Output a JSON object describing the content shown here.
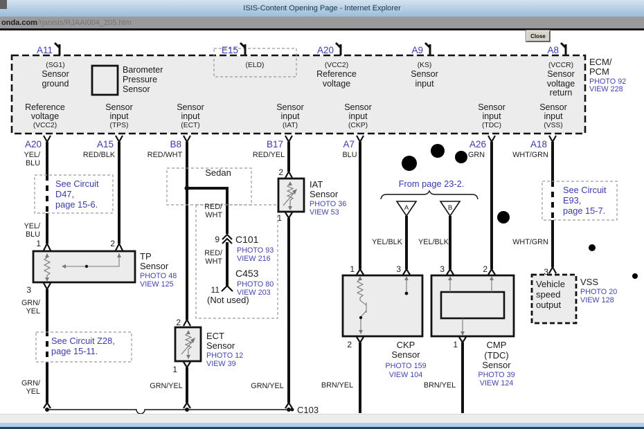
{
  "window": {
    "title": "ISIS-Content Opening Page - Internet Explorer",
    "url_domain": "onda.com",
    "url_path": "/rjanisis/RJAAI004_205.htm",
    "close": "Close"
  },
  "pins_top": [
    "A11",
    "E15",
    "A20",
    "A9",
    "A8"
  ],
  "ecm_top": {
    "sg1": [
      "(SG1)",
      "Sensor",
      "ground"
    ],
    "baro": [
      "Barometer",
      "Pressure",
      "Sensor"
    ],
    "eld": "(ELD)",
    "vcc2": [
      "(VCC2)",
      "Reference",
      "voltage"
    ],
    "ks": [
      "(KS)",
      "Sensor",
      "input"
    ],
    "vccr": [
      "(VCCR)",
      "Sensor",
      "voltage",
      "return"
    ],
    "name": [
      "ECM/",
      "PCM"
    ],
    "photo": "PHOTO 92",
    "view": "VIEW 228"
  },
  "ecm_bottom": [
    {
      "l1": "Reference",
      "l2": "voltage",
      "sub": "(VCC2)",
      "pin": "A20"
    },
    {
      "l1": "Sensor",
      "l2": "input",
      "sub": "(TPS)",
      "pin": "A15"
    },
    {
      "l1": "Sensor",
      "l2": "input",
      "sub": "(ECT)",
      "pin": "B8"
    },
    {
      "l1": "Sensor",
      "l2": "input",
      "sub": "(IAT)",
      "pin": "B17"
    },
    {
      "l1": "Sensor",
      "l2": "input",
      "sub": "(CKP)",
      "pin": "A7"
    },
    {
      "l1": "Sensor",
      "l2": "input",
      "sub": "(TDC)",
      "pin": "A26"
    },
    {
      "l1": "Sensor",
      "l2": "input",
      "sub": "(VSS)",
      "pin": "A18"
    }
  ],
  "wire_labels": {
    "a20_1": [
      "YEL/",
      "BLU"
    ],
    "a20_2": [
      "YEL/",
      "BLU"
    ],
    "a15": "RED/BLK",
    "b8": "RED/WHT",
    "b17": "RED/YEL",
    "a7": "BLU",
    "a26": "GRN",
    "a18_1": "WHT/GRN",
    "a18_2": "WHT/GRN",
    "branch1": [
      "RED/",
      "WHT"
    ],
    "branch2": [
      "RED/",
      "WHT"
    ],
    "tp_out1": [
      "GRN/",
      "YEL"
    ],
    "tp_out2": [
      "GRN/",
      "YEL"
    ],
    "ect_out": "GRN/YEL",
    "iat_out": "GRN/YEL",
    "ckp_out": "BRN/YEL",
    "cmp_out": "BRN/YEL",
    "trig_a": "YEL/BLK",
    "trig_b": "YEL/BLK"
  },
  "refs": {
    "d47": [
      "See Circuit",
      "D47,",
      "page 15-6."
    ],
    "z28": [
      "See Circuit Z28,",
      "page 15-11."
    ],
    "e93": [
      "See Circuit",
      "E93,",
      "page 15-7."
    ],
    "from_page": "From page 23-2."
  },
  "components": {
    "tp": {
      "name": [
        "TP",
        "Sensor"
      ],
      "photo": "PHOTO 48",
      "view": "VIEW 125",
      "pins": [
        "1",
        "2",
        "3"
      ]
    },
    "ect": {
      "name": [
        "ECT",
        "Sensor"
      ],
      "photo": "PHOTO 12",
      "view": "VIEW 39",
      "pins": [
        "2",
        "1"
      ]
    },
    "iat": {
      "name": [
        "IAT",
        "Sensor"
      ],
      "photo": "PHOTO 36",
      "view": "VIEW 53",
      "pins": [
        "2",
        "1"
      ]
    },
    "ckp": {
      "name": [
        "CKP",
        "Sensor"
      ],
      "photo": "PHOTO 159",
      "view": "VIEW 104",
      "pins": [
        "1",
        "3",
        "2"
      ]
    },
    "cmp": {
      "name": [
        "CMP",
        "(TDC)",
        "Sensor"
      ],
      "photo": "PHOTO 39",
      "view": "VIEW 124",
      "pins": [
        "3",
        "2",
        "1"
      ]
    },
    "vss": {
      "name": "VSS",
      "photo": "PHOTO 20",
      "view": "VIEW 128",
      "pin": "3",
      "box": [
        "Vehicle",
        "speed",
        "output"
      ]
    },
    "sedan": "Sedan",
    "c101": {
      "name": "C101",
      "photo": "PHOTO 93",
      "view": "VIEW 216",
      "pin": "9"
    },
    "c453": {
      "name": "C453",
      "photo": "PHOTO 80",
      "view": "VIEW 203",
      "pin": "11",
      "note": "(Not used)"
    },
    "triangles": [
      "A",
      "B"
    ],
    "c103": "C103"
  }
}
